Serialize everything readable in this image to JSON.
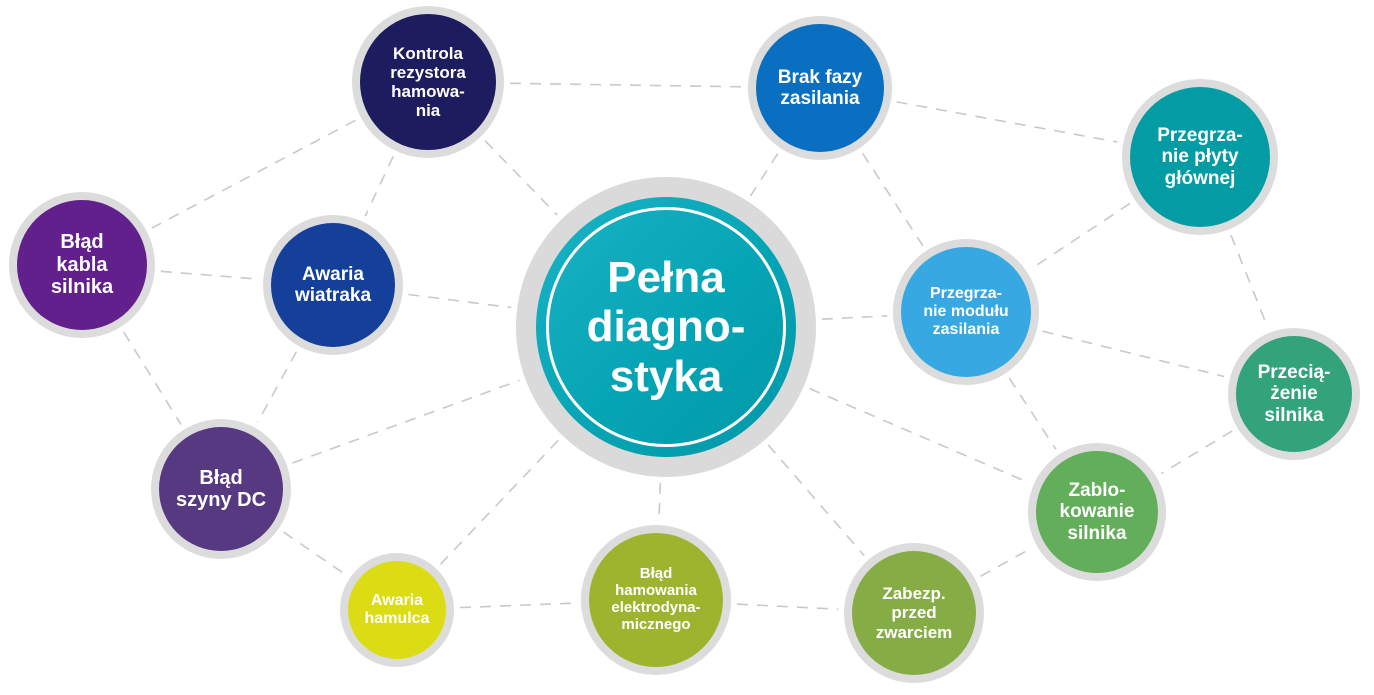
{
  "center": {
    "label": "Pełna\ndiagno-\nstyka",
    "color": "#05a4b4"
  },
  "nodes": [
    {
      "id": "kontrola",
      "label": "Kontrola\nrezystora\nhamowa-\nnia",
      "color": "#1c1c5e"
    },
    {
      "id": "brak-fazy",
      "label": "Brak fazy\nzasilania",
      "color": "#0a6fc0"
    },
    {
      "id": "przegrzanie-plyty",
      "label": "Przegrza-\nnie płyty\ngłównej",
      "color": "#049ca4"
    },
    {
      "id": "blad-kabla",
      "label": "Błąd\nkabla\nsilnika",
      "color": "#62208c"
    },
    {
      "id": "awaria-wiatraka",
      "label": "Awaria\nwiatraka",
      "color": "#15409a"
    },
    {
      "id": "przegrzanie-modulu",
      "label": "Przegrza-\nnie modułu\nzasilania",
      "color": "#37a8e2"
    },
    {
      "id": "przeciazenie",
      "label": "Przecią-\nżenie\nsilnika",
      "color": "#32a37a"
    },
    {
      "id": "blad-szyny",
      "label": "Błąd\nszyny DC",
      "color": "#563981"
    },
    {
      "id": "zablokowanie",
      "label": "Zablo-\nkowanie\nsilnika",
      "color": "#62ae5a"
    },
    {
      "id": "awaria-hamulca",
      "label": "Awaria\nhamulca",
      "color": "#dcdc14"
    },
    {
      "id": "blad-hamowania",
      "label": "Błąd\nhamowania\nelektrodyna-\nmicznego",
      "color": "#9fb42e"
    },
    {
      "id": "zabezp",
      "label": "Zabezp.\nprzed\nzwarciem",
      "color": "#86ad45"
    }
  ],
  "connections": [
    [
      "kontrola",
      "brak-fazy"
    ],
    [
      "brak-fazy",
      "przegrzanie-plyty"
    ],
    [
      "kontrola",
      "blad-kabla"
    ],
    [
      "kontrola",
      "awaria-wiatraka"
    ],
    [
      "kontrola",
      "center"
    ],
    [
      "brak-fazy",
      "center"
    ],
    [
      "brak-fazy",
      "przegrzanie-modulu"
    ],
    [
      "przegrzanie-plyty",
      "przegrzanie-modulu"
    ],
    [
      "przegrzanie-plyty",
      "przeciazenie"
    ],
    [
      "blad-kabla",
      "awaria-wiatraka"
    ],
    [
      "awaria-wiatraka",
      "center"
    ],
    [
      "blad-kabla",
      "blad-szyny"
    ],
    [
      "awaria-wiatraka",
      "blad-szyny"
    ],
    [
      "center",
      "przegrzanie-modulu"
    ],
    [
      "przegrzanie-modulu",
      "przeciazenie"
    ],
    [
      "przegrzanie-modulu",
      "zablokowanie"
    ],
    [
      "center",
      "zablokowanie"
    ],
    [
      "przeciazenie",
      "zablokowanie"
    ],
    [
      "blad-szyny",
      "center"
    ],
    [
      "blad-szyny",
      "awaria-hamulca"
    ],
    [
      "awaria-hamulca",
      "center"
    ],
    [
      "center",
      "blad-hamowania"
    ],
    [
      "center",
      "zabezp"
    ],
    [
      "awaria-hamulca",
      "blad-hamowania"
    ],
    [
      "blad-hamowania",
      "zabezp"
    ],
    [
      "zabezp",
      "zablokowanie"
    ]
  ]
}
